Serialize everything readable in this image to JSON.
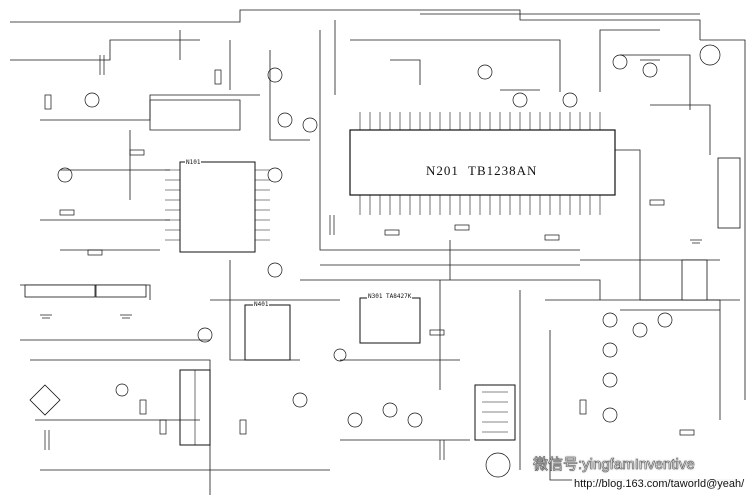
{
  "chips": {
    "main_ref": "N201",
    "main_part": "TB1238AN",
    "n101": "N101",
    "n401": "N401",
    "n301": "N301 TA8427K"
  },
  "watermark": {
    "main": "微信号:yingfamInventive",
    "url": "http://blog.163.com/taworld@yeah/"
  }
}
